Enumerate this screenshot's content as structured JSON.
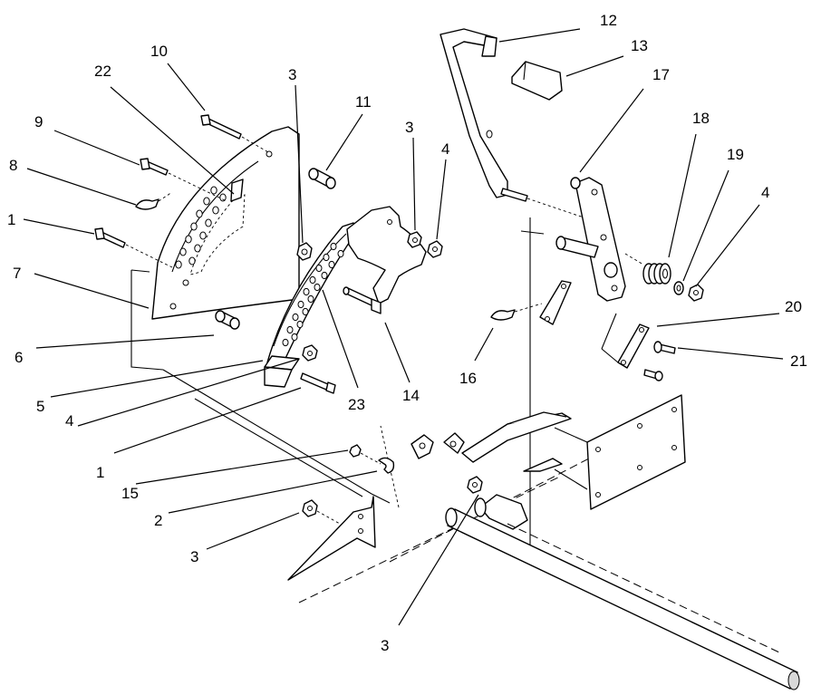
{
  "callouts": {
    "c1": "1",
    "c2": "1",
    "c3": "2",
    "c4": "3",
    "c5": "3",
    "c6": "3",
    "c7": "3",
    "c8": "4",
    "c9": "4",
    "c10": "4",
    "c11": "5",
    "c12": "6",
    "c13": "7",
    "c14": "8",
    "c15": "9",
    "c16": "10",
    "c17": "11",
    "c18": "12",
    "c19": "13",
    "c20": "14",
    "c21": "15",
    "c22": "16",
    "c23": "17",
    "c24": "18",
    "c25": "19",
    "c26": "20",
    "c27": "21",
    "c28": "22",
    "c29": "23"
  }
}
